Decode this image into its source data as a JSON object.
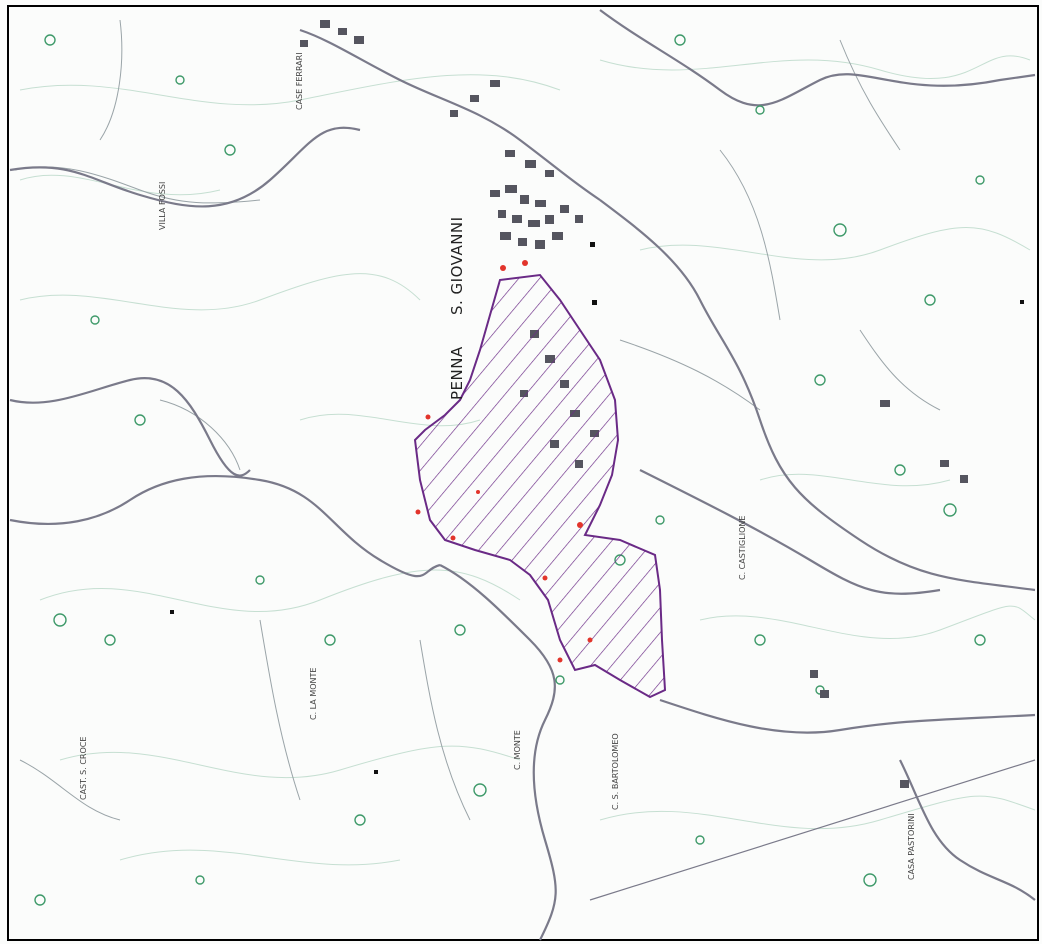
{
  "map": {
    "place_labels": {
      "penna": "PENNA",
      "s_giovanni": "S. GIOVANNI",
      "cast_s_croce": "CAST. S. CROCE",
      "c_la_monte": "C. LA MONTE",
      "c_castiglione": "C. CASTIGLIONE",
      "villa_fossi": "VILLA FOSSI",
      "case_ferrari": "CASE FERRARI",
      "case_pastorini": "CASA PASTORINI",
      "c_monte": "C. MONTE",
      "c_s_bartolomeo": "C. S. BARTOLOMEO"
    },
    "colors": {
      "hatch": "#6a2a86",
      "outline": "#6a2a86",
      "roads": "#7a7a8a",
      "vegetation": "#3f9a6a",
      "contours": "#b8d8c8",
      "town": "#55555f",
      "markers": "#e2342b",
      "frame": "#000000"
    }
  }
}
